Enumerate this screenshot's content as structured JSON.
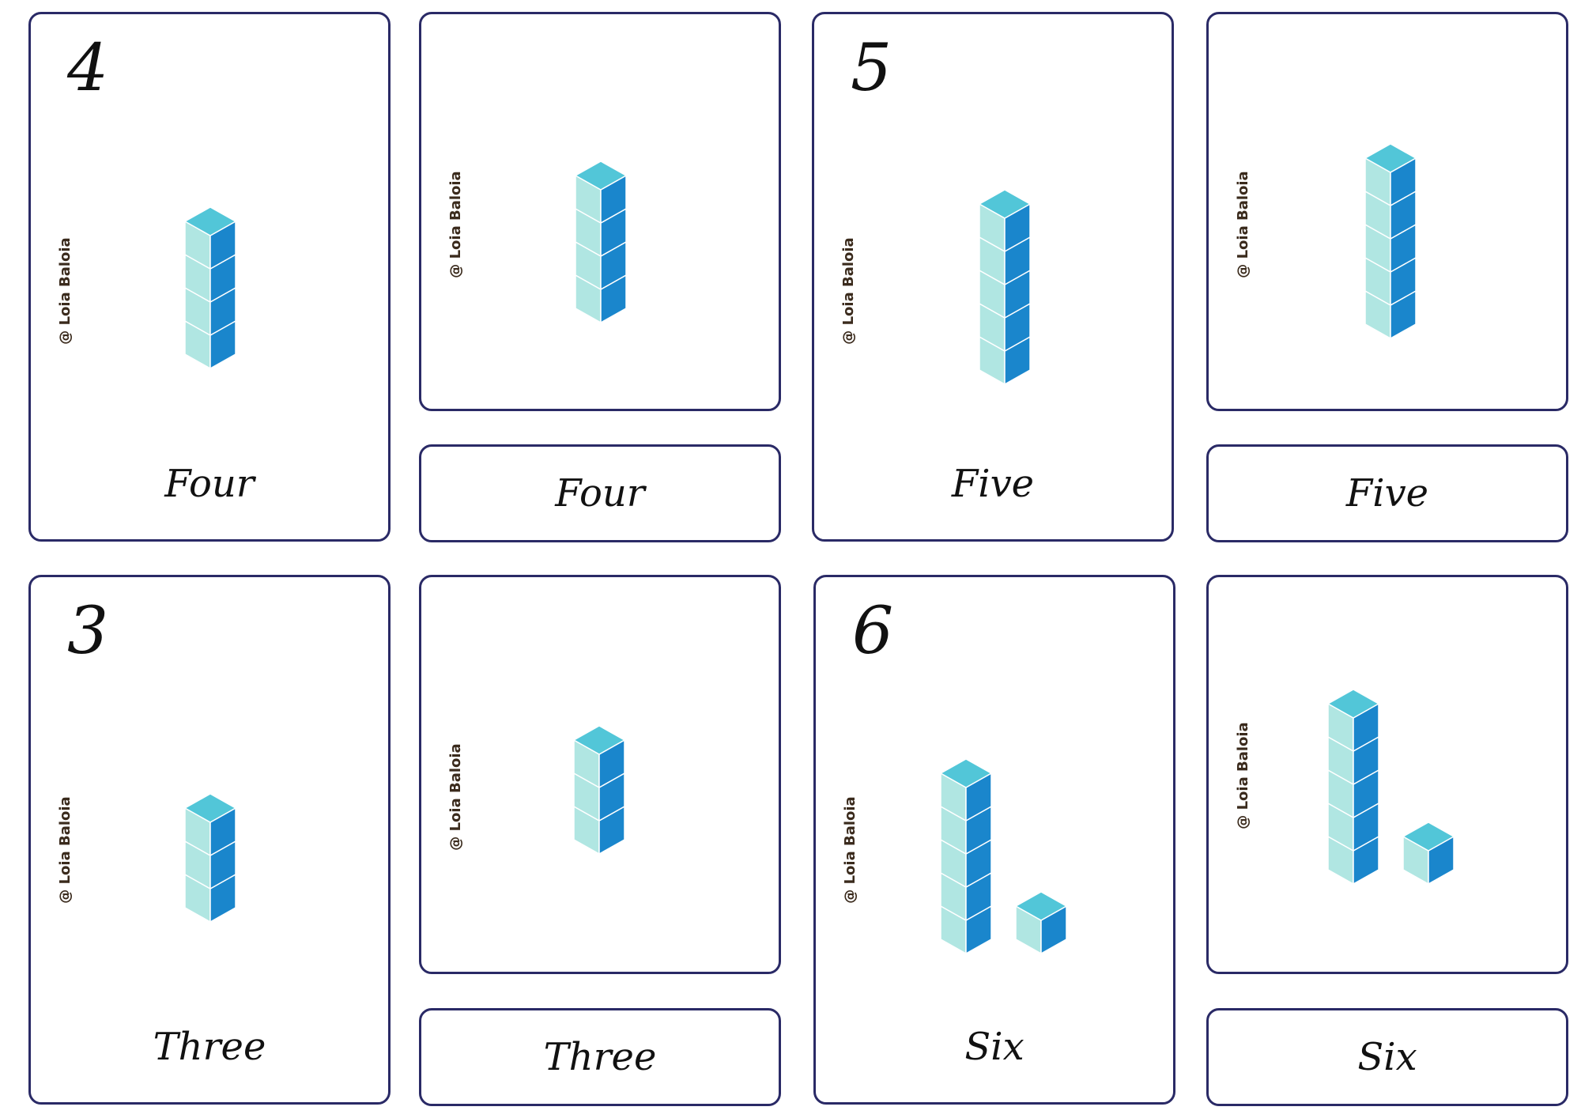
{
  "credit": "@ Loia Baloia",
  "colors": {
    "border": "#2a2a66",
    "cube_top": "#52c6d8",
    "cube_left": "#b0e6e2",
    "cube_right": "#1a86cc"
  },
  "cards": [
    {
      "numeral": "4",
      "word": "Four",
      "cubes": [
        4
      ]
    },
    {
      "numeral": "5",
      "word": "Five",
      "cubes": [
        5
      ]
    },
    {
      "numeral": "3",
      "word": "Three",
      "cubes": [
        3
      ]
    },
    {
      "numeral": "6",
      "word": "Six",
      "cubes": [
        5,
        1
      ]
    }
  ],
  "picture_cards": [
    {
      "cubes": [
        4
      ]
    },
    {
      "cubes": [
        5
      ]
    },
    {
      "cubes": [
        3
      ]
    },
    {
      "cubes": [
        5,
        1
      ]
    }
  ],
  "word_strips": [
    {
      "word": "Four"
    },
    {
      "word": "Five"
    },
    {
      "word": "Three"
    },
    {
      "word": "Six"
    }
  ]
}
